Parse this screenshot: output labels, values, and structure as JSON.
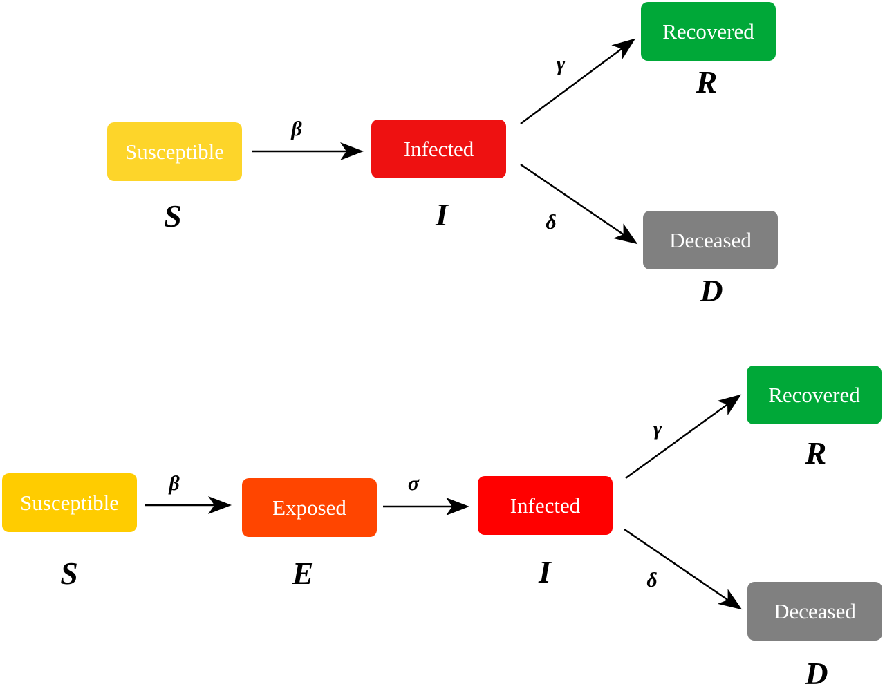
{
  "model_sird": {
    "susceptible_label": "Susceptible",
    "infected_label": "Infected",
    "recovered_label": "Recovered",
    "deceased_label": "Deceased",
    "symbol_s": "S",
    "symbol_i": "I",
    "symbol_r": "R",
    "symbol_d": "D",
    "rate_beta": "β",
    "rate_gamma": "γ",
    "rate_delta": "δ"
  },
  "model_seird": {
    "susceptible_label": "Susceptible",
    "exposed_label": "Exposed",
    "infected_label": "Infected",
    "recovered_label": "Recovered",
    "deceased_label": "Deceased",
    "symbol_s": "S",
    "symbol_e": "E",
    "symbol_i": "I",
    "symbol_r": "R",
    "symbol_d": "D",
    "rate_beta": "β",
    "rate_sigma": "σ",
    "rate_gamma": "γ",
    "rate_delta": "δ"
  },
  "colors": {
    "susceptible_sird": "#FDD52A",
    "susceptible_seird": "#FFCC00",
    "exposed": "#FF4500",
    "infected_sird": "#EE1111",
    "infected_seird": "#FF0000",
    "recovered": "#00A838",
    "deceased": "#808080"
  }
}
